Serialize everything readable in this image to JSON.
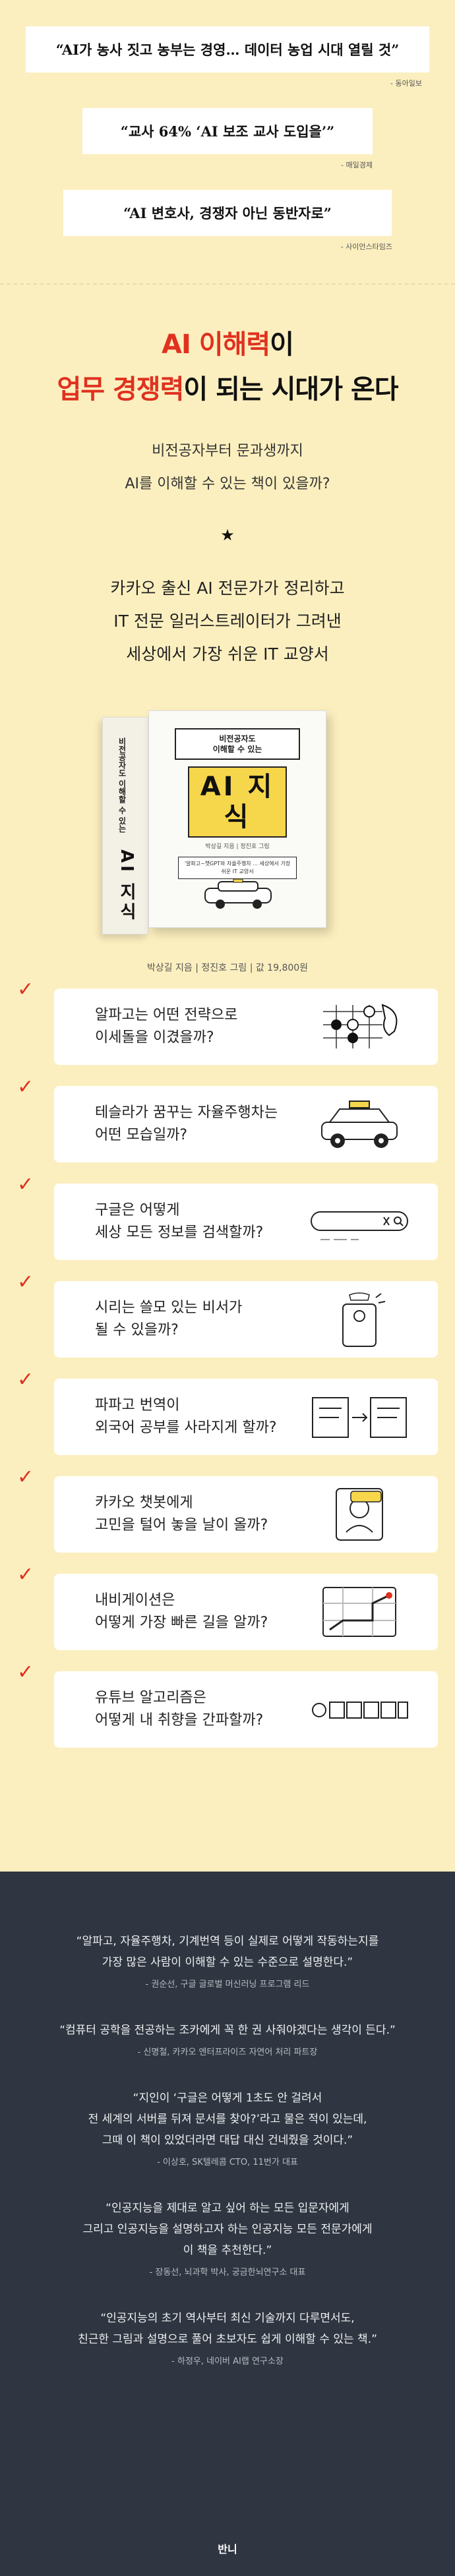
{
  "news": [
    {
      "quote": "“AI가 농사 짓고 농부는 경영… 데이터 농업 시대 열릴 것”",
      "source": "- 동아일보"
    },
    {
      "quote": "“교사 64% ‘AI 보조 교사 도입을’”",
      "source": "- 매일경제"
    },
    {
      "quote": "“AI 변호사, 경쟁자 아닌 동반자로”",
      "source": "- 사이언스타임즈"
    }
  ],
  "headline": {
    "line1_red": "AI 이해력",
    "line1_dark": "이",
    "line2_red": "업무 경쟁력",
    "line2_dark": "이 되는 시대가 온다"
  },
  "sub_question": [
    "비전공자부터 문과생까지",
    "AI를 이해할 수 있는 책이 있을까?"
  ],
  "star": "★",
  "intro": [
    "카카오 출신 AI 전문가가 정리하고",
    "IT 전문 일러스트레이터가 그려낸",
    "세상에서 가장 쉬운 IT 교양서"
  ],
  "book": {
    "brand": "비전공자도 이해할 수 있는",
    "subtitle_line1": "비전공자도",
    "subtitle_line2": "이해할 수 있는",
    "title": "AI 지식",
    "author": "박상길 지음 | 정진호 그림",
    "desc": "'알파고~챗GPT와 자율주행차 ... 세상에서 가장 쉬운 IT 교양서",
    "spine_text": "비전공자도 이해할 수 있는",
    "spine_title": "AI 지식",
    "caption": "박상길 지음 | 정진호 그림 | 값 19,800원"
  },
  "check_mark": "✓",
  "cards": [
    {
      "line1": "알파고는 어떤 전략으로",
      "line2": "이세돌을 이겼을까?",
      "icon": "go-board-icon"
    },
    {
      "line1": "테슬라가 꿈꾸는 자율주행차는",
      "line2": "어떤 모습일까?",
      "icon": "car-icon"
    },
    {
      "line1": "구글은 어떻게",
      "line2": "세상 모든 정보를 검색할까?",
      "icon": "search-bar-icon"
    },
    {
      "line1": "시리는 쓸모 있는 비서가",
      "line2": "될 수 있을까?",
      "icon": "smartphone-icon"
    },
    {
      "line1": "파파고 번역이",
      "line2": "외국어 공부를 사라지게 할까?",
      "icon": "translation-scroll-icon"
    },
    {
      "line1": "카카오 챗봇에게",
      "line2": "고민을 털어 놓을 날이 올까?",
      "icon": "chatbot-icon"
    },
    {
      "line1": "내비게이션은",
      "line2": "어떻게 가장 빠른 길을 알까?",
      "icon": "map-icon"
    },
    {
      "line1": "유튜브 알고리즘은",
      "line2": "어떻게 내 취향을 간파할까?",
      "icon": "video-grid-icon"
    }
  ],
  "reviews": [
    {
      "quote": [
        "“알파고, 자율주행차, 기계번역 등이 실제로 어떻게 작동하는지를",
        "가장 많은 사람이 이해할 수 있는 수준으로 설명한다.”"
      ],
      "by": "- 권순선, 구글 글로벌 머신러닝 프로그램 리드"
    },
    {
      "quote": [
        "“컴퓨터 공학을 전공하는 조카에게 꼭 한 권 사줘야겠다는 생각이 든다.”"
      ],
      "by": "- 신명철, 카카오 엔터프라이즈 자연어 처리 파트장"
    },
    {
      "quote": [
        "“지인이 ‘구글은 어떻게 1초도 안 걸려서",
        "전 세계의 서버를 뒤져 문서를 찾아?’라고 물은 적이 있는데,",
        "그때 이 책이 있었더라면 대답 대신 건네줬을 것이다.”"
      ],
      "by": "- 이상호, SK텔레콤 CTO, 11번가 대표"
    },
    {
      "quote": [
        "“인공지능을 제대로 알고 싶어 하는 모든 입문자에게",
        "그리고 인공지능을 설명하고자 하는 인공지능 모든 전문가에게",
        "이 책을 추천한다.”"
      ],
      "by": "- 장동선, 뇌과학 박사, 궁금한뇌연구소 대표"
    },
    {
      "quote": [
        "“인공지능의 초기 역사부터 최신 기술까지 다루면서도,",
        "친근한 그림과 설명으로 풀어 초보자도 쉽게 이해할 수 있는 책.”"
      ],
      "by": "- 하정우, 네이버 AI랩 연구소장"
    }
  ],
  "publisher": "반니"
}
